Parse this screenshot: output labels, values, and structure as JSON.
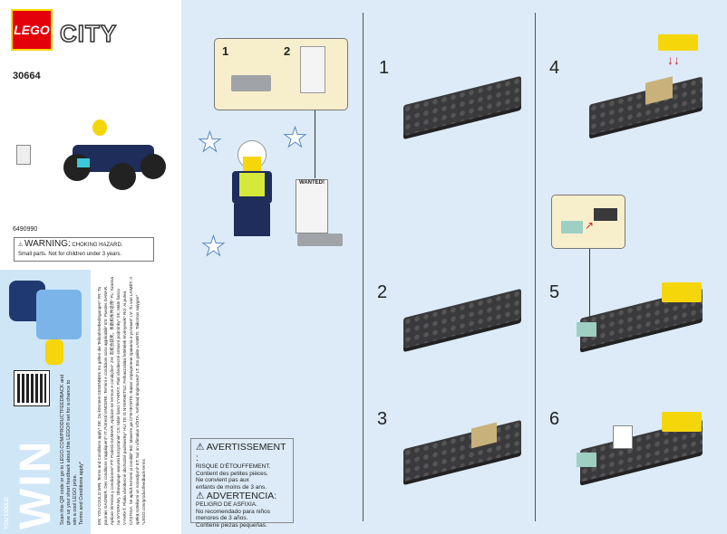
{
  "brand": {
    "logo": "LEGO",
    "theme": "CITY",
    "set_number": "30664",
    "element_code": "6490990"
  },
  "warning": {
    "title": "WARNING:",
    "subtitle": "CHOKING HAZARD.",
    "text": "Small parts. Not for children under 3 years."
  },
  "promo": {
    "you_could": "YOU COULD",
    "win": "WIN",
    "scan_text": "Scan this QR code or go to LEGO.COM/PRODUCTFEEDBACK and give us your short feedback about this LEGO® set for a chance to win a cool LEGO prize.",
    "terms": "Terms and Conditions apply*",
    "legal": "EN: YOU COULD WIN. Terms and Conditions apply* DE: Du könntest GEWINNEN. Es gelten die Teilnahmebedingungen* FR: Tu pourrais GAGNER. Des conditions s'appliquent* IT: Potresti VINCERE. Termini e condizioni sono applicabili* ES: Puedes GANAR. Aplican términos y condiciones* PT: Poderá GANHAR. Aplicam-se termos e condições* ZH: 有机会获奖。条款和条件适用* PL: Szansa na WYGRANĄ. Obowiązuje warunki korzystania* CS: Máte šanci VYHRÁT. Platí všeobecné smluvní podmínky* SK: Máte šancu VYHRAŤ. Platia všeobecné obchodné podmienky* HU: TE IS NYERHETSZ. Felhasználási feltételek érvényesek* RO: Ai putea CÂȘTIGA. Se aplică termeni și condiții* BG: Можете да СПЕЧЕЛИТЕ. Важат определени правила и условия* LV: Tu vari LAIMĒT. Ir spēkā noteikumi un nosacījumi* ET: Sul on võimalus VÕITA. Kehtivad tingimused* LT: Jūs galite LAIMĖTI. Taikomos sąlygos*",
    "url": "*LEGO.com/productfeedback-terms"
  },
  "callout": {
    "items": [
      "1",
      "2"
    ],
    "poster_label": "WANTED!"
  },
  "warning2": {
    "fr_title": "AVERTISSEMENT :",
    "fr_lines": [
      "RISQUE D'ÉTOUFFEMENT.",
      "Contient des petites pièces.",
      "Ne convient pas aux",
      "enfants de moins de 3 ans."
    ],
    "es_title": "ADVERTENCIA:",
    "es_lines": [
      "PELIGRO DE ASFIXIA.",
      "No recomendado para niños",
      "menores de 3 años.",
      "Contiene piezas pequeñas."
    ]
  },
  "steps": [
    "1",
    "2",
    "3",
    "4",
    "5",
    "6"
  ],
  "colors": {
    "background": "#dcebf7",
    "lego_red": "#e3000b",
    "plate": "#3a3a3c",
    "yellow": "#f5d60a",
    "arrow": "#d0202a"
  }
}
